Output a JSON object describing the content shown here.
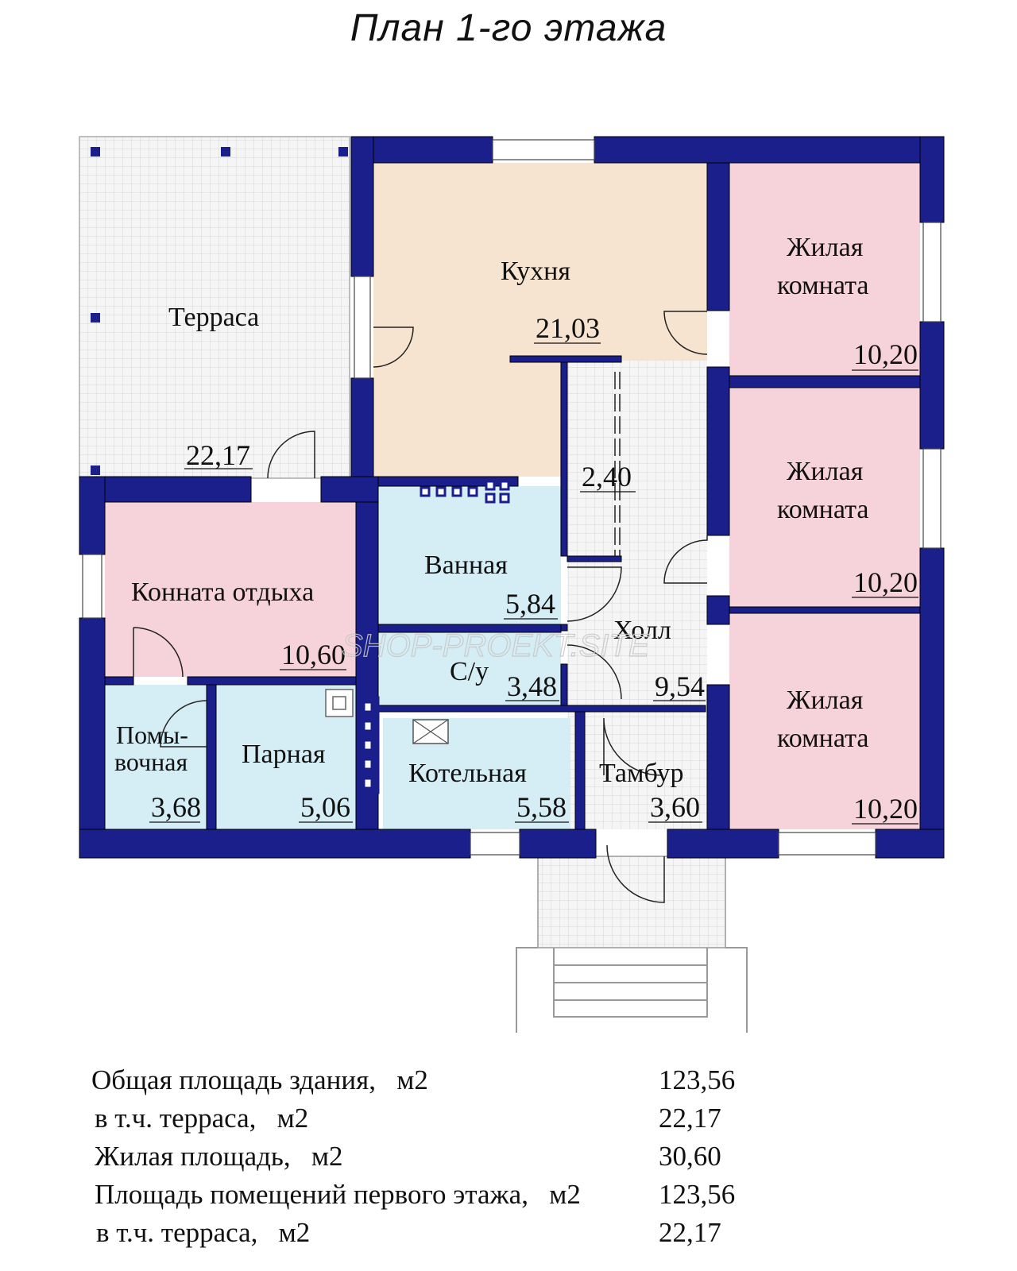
{
  "title": "План 1-го этажа",
  "watermark": "SHOP-PROEKT.SITE",
  "colors": {
    "wall": "#1a1f8c",
    "kitchen": "#f6e3d0",
    "bedroom": "#f6d3da",
    "wet": "#d5edf4",
    "tile": "#f3f3f3",
    "tile_line": "#dcdcdc"
  },
  "rooms": {
    "terrace": {
      "name": "Терраса",
      "area": "22,17"
    },
    "kitchen": {
      "name": "Кухня",
      "area": "21,03"
    },
    "bedroom1": {
      "name1": "Жилая",
      "name2": "комната",
      "area": "10,20"
    },
    "bedroom2": {
      "name1": "Жилая",
      "name2": "комната",
      "area": "10,20"
    },
    "bedroom3": {
      "name1": "Жилая",
      "name2": "комната",
      "area": "10,20"
    },
    "corridor": {
      "area": "2,40"
    },
    "rest": {
      "name": "Конната отдыха",
      "area": "10,60"
    },
    "bath": {
      "name": "Ванная",
      "area": "5,84"
    },
    "wc": {
      "name": "С/у",
      "area": "3,48"
    },
    "hall": {
      "name": "Холл",
      "area": "9,54"
    },
    "wash": {
      "name1": "Помы-",
      "name2": "вочная",
      "area": "3,68"
    },
    "sauna": {
      "name": "Парная",
      "area": "5,06"
    },
    "boiler": {
      "name": "Котельная",
      "area": "5,58"
    },
    "vestibule": {
      "name": "Тамбур",
      "area": "3,60"
    }
  },
  "summary": [
    {
      "label": "Общая площадь здания,   м2",
      "value": "123,56"
    },
    {
      "label": "в т.ч. терраса,   м2",
      "value": "22,17"
    },
    {
      "label": "Жилая площадь,   м2",
      "value": "30,60"
    },
    {
      "label": "Площадь помещений первого этажа,   м2",
      "value": "123,56"
    },
    {
      "label": "в т.ч. терраса,   м2",
      "value": "22,17"
    }
  ]
}
